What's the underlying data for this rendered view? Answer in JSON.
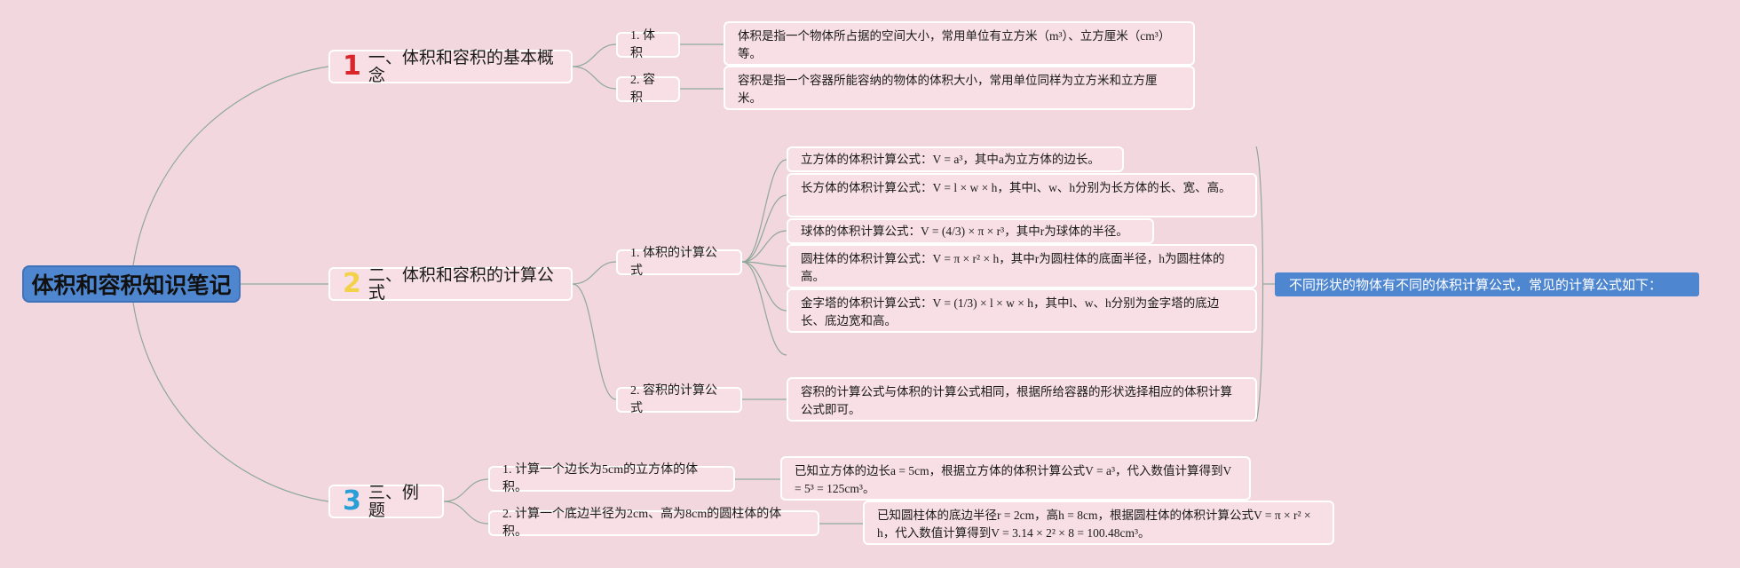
{
  "root": "体积和容积知识笔记",
  "sections": [
    {
      "number": "1",
      "number_color": "#d9262b",
      "title": "一、体积和容积的基本概念",
      "items": [
        {
          "label": "1. 体积",
          "text": "体积是指一个物体所占据的空间大小，常用单位有立方米（m³）、立方厘米（cm³）等。"
        },
        {
          "label": "2. 容积",
          "text": "容积是指一个容器所能容纳的物体的体积大小，常用单位同样为立方米和立方厘米。"
        }
      ]
    },
    {
      "number": "2",
      "number_color": "#f2d24a",
      "title": "二、体积和容积的计算公式",
      "items": [
        {
          "label": "1. 体积的计算公式",
          "formulas": [
            "立方体的体积计算公式：V = a³，其中a为立方体的边长。",
            "长方体的体积计算公式：V = l × w × h，其中l、w、h分别为长方体的长、宽、高。",
            "球体的体积计算公式：V = (4/3) × π × r³，其中r为球体的半径。",
            "圆柱体的体积计算公式：V = π × r² × h，其中r为圆柱体的底面半径，h为圆柱体的高。",
            "金字塔的体积计算公式：V = (1/3) × l × w × h，其中l、w、h分别为金字塔的底边长、底边宽和高。"
          ]
        },
        {
          "label": "2. 容积的计算公式",
          "text": "容积的计算公式与体积的计算公式相同，根据所给容器的形状选择相应的体积计算公式即可。"
        }
      ],
      "summary": "不同形状的物体有不同的体积计算公式，常见的计算公式如下："
    },
    {
      "number": "3",
      "number_color": "#2a9fd6",
      "title": "三、例题",
      "items": [
        {
          "label": "1. 计算一个边长为5cm的立方体的体积。",
          "text": "已知立方体的边长a = 5cm，根据立方体的体积计算公式V = a³，代入数值计算得到V = 5³ = 125cm³。"
        },
        {
          "label": "2. 计算一个底边半径为2cm、高为8cm的圆柱体的体积。",
          "text": "已知圆柱体的底边半径r = 2cm，高h = 8cm，根据圆柱体的体积计算公式V = π × r² × h，代入数值计算得到V = 3.14 × 2² × 8 = 100.48cm³。"
        }
      ]
    }
  ]
}
